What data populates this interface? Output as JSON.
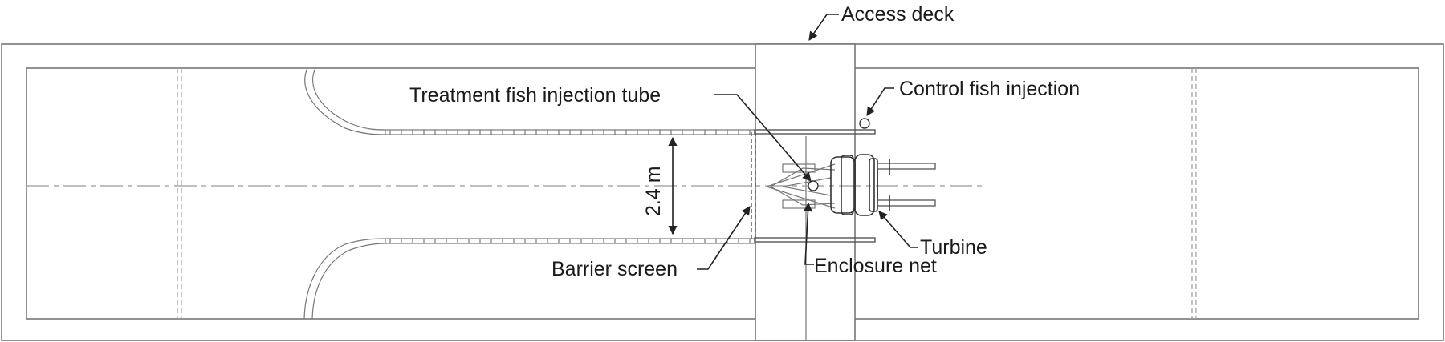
{
  "labels": {
    "access_deck": "Access deck",
    "treatment_tube": "Treatment fish injection tube",
    "control_injection": "Control fish injection",
    "dimension": "2.4 m",
    "barrier_screen": "Barrier screen",
    "enclosure_net": "Enclosure net",
    "turbine": "Turbine"
  }
}
